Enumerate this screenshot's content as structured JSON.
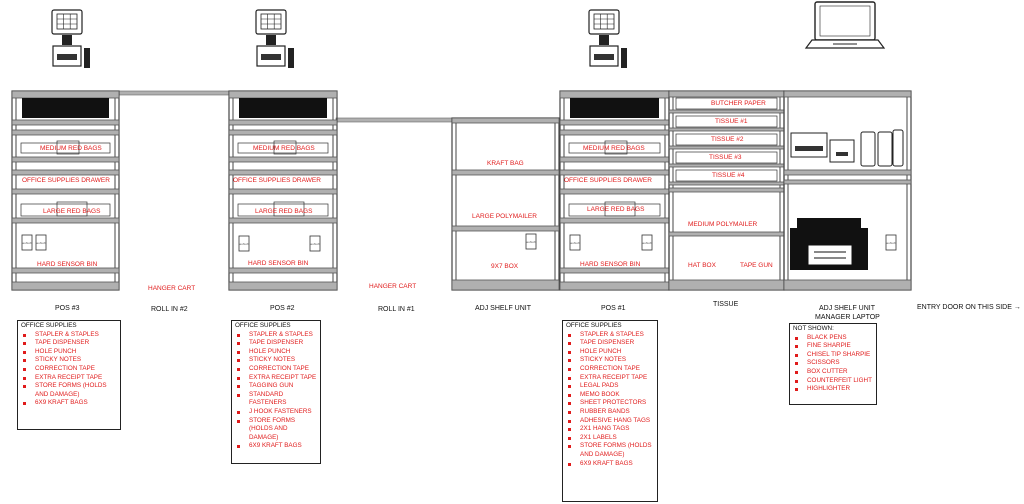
{
  "pos3": {
    "shelf_labels": [
      "MEDIUM RED BAGS",
      "OFFICE SUPPLIES DRAWER",
      "LARGE RED BAGS",
      "HARD SENSOR BIN"
    ],
    "caption": "POS #3",
    "list_title": "OFFICE SUPPLIES",
    "list_items": [
      "STAPLER & STAPLES",
      "TAPE DISPENSER",
      "HOLE PUNCH",
      "STICKY NOTES",
      "CORRECTION TAPE",
      "EXTRA RECEIPT TAPE",
      "STORE FORMS (HOLDS AND DAMAGE)",
      "6X9 KRAFT BAGS"
    ]
  },
  "pos2": {
    "shelf_labels": [
      "MEDIUM RED BAGS",
      "OFFICE SUPPLIES DRAWER",
      "LARGE RED BAGS",
      "HARD SENSOR BIN"
    ],
    "caption": "POS #2",
    "list_title": "OFFICE SUPPLIES",
    "list_items": [
      "STAPLER & STAPLES",
      "TAPE DISPENSER",
      "HOLE PUNCH",
      "STICKY NOTES",
      "CORRECTION TAPE",
      "EXTRA RECEIPT TAPE",
      "TAGGING GUN",
      "STANDARD FASTENERS",
      "J HOOK FASTENERS",
      "STORE FORMS (HOLDS AND DAMAGE)",
      "6X9 KRAFT BAGS"
    ]
  },
  "pos1": {
    "shelf_labels": [
      "MEDIUM RED BAGS",
      "OFFICE SUPPLIES DRAWER",
      "LARGE RED BAGS",
      "HARD SENSOR BIN"
    ],
    "caption": "POS #1",
    "list_title": "OFFICE SUPPLIES",
    "list_items": [
      "STAPLER & STAPLES",
      "TAPE DISPENSER",
      "HOLE PUNCH",
      "STICKY NOTES",
      "CORRECTION TAPE",
      "EXTRA RECEIPT TAPE",
      "LEGAL PADS",
      "MEMO BOOK",
      "SHEET PROTECTORS",
      "RUBBER BANDS",
      "ADHESIVE HANG TAGS",
      "2X1 HANG TAGS",
      "2X1 LABELS",
      "STORE FORMS (HOLDS AND DAMAGE)",
      "6X9 KRAFT BAGS"
    ]
  },
  "roll2": {
    "label": "HANGER CART",
    "caption": "ROLL IN #2"
  },
  "roll1": {
    "label": "HANGER CART",
    "caption": "ROLL IN #1"
  },
  "adj_unit": {
    "labels": [
      "KRAFT BAG",
      "LARGE POLYMAILER",
      "9X7 BOX"
    ],
    "caption": "ADJ SHELF UNIT"
  },
  "tissue_unit": {
    "labels": [
      "BUTCHER PAPER",
      "TISSUE #1",
      "TISSUE #2",
      "TISSUE #3",
      "TISSUE #4",
      "MEDIUM POLYMAILER",
      "HAT BOX",
      "TAPE GUN"
    ],
    "caption": "TISSUE"
  },
  "manager_unit": {
    "caption_line1": "ADJ SHELF UNIT",
    "caption_line2": "MANAGER LAPTOP",
    "list_title": "NOT SHOWN:",
    "list_items": [
      "BLACK PENS",
      "FINE SHARPIE",
      "CHISEL TIP SHARPIE",
      "SCISSORS",
      "BOX CUTTER",
      "COUNTERFEIT LIGHT",
      "HIGHLIGHTER"
    ]
  },
  "bin_tag": "auNuX",
  "entry_door": "ENTRY DOOR ON THIS SIDE →"
}
